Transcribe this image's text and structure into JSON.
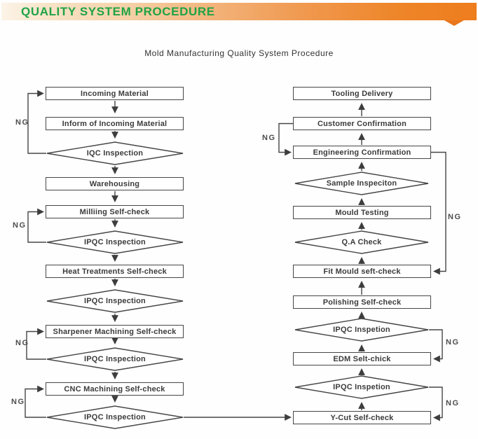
{
  "header": {
    "title": "QUALITY SYSTEM PROCEDURE",
    "accent_green": "#1fa346",
    "accent_orange": "#ee7d1e"
  },
  "diagram": {
    "title": "Mold Manufacturing Quality System Procedure",
    "ng_label": "NG",
    "left_column": {
      "nodes": [
        {
          "type": "rect",
          "label": "Incoming Material"
        },
        {
          "type": "rect",
          "label": "Inform of Incoming Material"
        },
        {
          "type": "diamond",
          "label": "IQC Inspection"
        },
        {
          "type": "rect",
          "label": "Warehousing"
        },
        {
          "type": "rect",
          "label": "Milliing Self-check"
        },
        {
          "type": "diamond",
          "label": "IPQC Inspection"
        },
        {
          "type": "rect",
          "label": "Heat Treatments Self-check"
        },
        {
          "type": "diamond",
          "label": "IPQC Inspection"
        },
        {
          "type": "rect",
          "label": "Sharpener Machining Self-check"
        },
        {
          "type": "diamond",
          "label": "IPQC Inspection"
        },
        {
          "type": "rect",
          "label": "CNC Machining Self-check"
        },
        {
          "type": "diamond",
          "label": "IPQC Inspection"
        }
      ]
    },
    "right_column": {
      "nodes": [
        {
          "type": "rect",
          "label": "Tooling Delivery"
        },
        {
          "type": "rect",
          "label": "Customer Confirmation"
        },
        {
          "type": "rect",
          "label": "Engineering Confirmation"
        },
        {
          "type": "diamond",
          "label": "Sample Inspeciton"
        },
        {
          "type": "rect",
          "label": "Mould Testing"
        },
        {
          "type": "diamond",
          "label": "Q.A Check"
        },
        {
          "type": "rect",
          "label": "Fit Mould seft-check"
        },
        {
          "type": "rect",
          "label": "Polishing Self-check"
        },
        {
          "type": "diamond",
          "label": "IPQC Inspetion"
        },
        {
          "type": "rect",
          "label": "EDM Selt-chick"
        },
        {
          "type": "diamond",
          "label": "IPQC Inspetion"
        },
        {
          "type": "rect",
          "label": "Y-Cut Self-check"
        }
      ]
    }
  }
}
